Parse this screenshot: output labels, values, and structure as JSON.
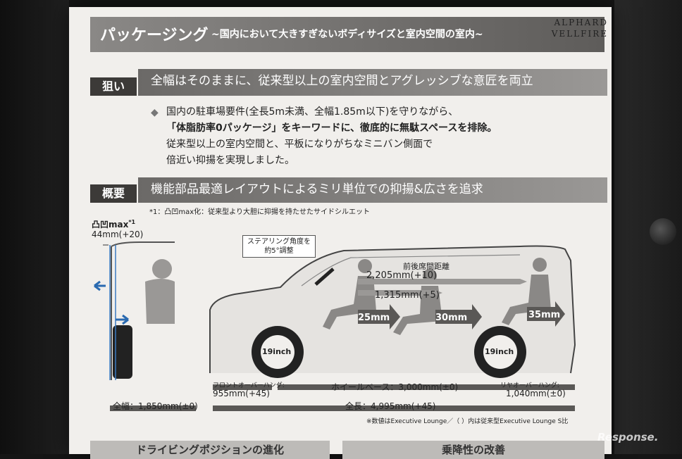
{
  "header": {
    "title": "パッケージング",
    "subtitle": "~国内において大きすぎないボディサイズと室内空間の室内~",
    "brand_line1": "ALPHARD",
    "brand_line2": "VELLFIRE"
  },
  "aim": {
    "tab": "狙い",
    "headline": "全幅はそのままに、従来型以上の室内空間とアグレッシブな意匠を両立",
    "bullet": "◆",
    "lines": [
      "国内の駐車場要件(全長5m未満、全幅1.85m以下)を守りながら、",
      "「体脂肪率0パッケージ」をキーワードに、徹底的に無駄スペースを排除。",
      "従来型以上の室内空間と、平板になりがちなミニバン側面で",
      "倍近い抑揚を実現しました。"
    ]
  },
  "overview": {
    "tab": "概要",
    "headline": "機能部品最適レイアウトによるミリ単位での抑揚&広さを追求",
    "footnote": "*1：凸凹max化：従来型より大胆に抑揚を持たせたサイドシルエット"
  },
  "diagram": {
    "bump_label": "凸凹max",
    "bump_sup": "*1",
    "bump_value": "44mm(+20)",
    "steering_note_1": "ステアリング角度を",
    "steering_note_2": "約5°調整",
    "couple_label": "前後席間距離",
    "couple_value": "2,205mm(+10)",
    "second_value": "1,315mm(+5)",
    "seat_arrows": [
      "25mm",
      "30mm",
      "35mm"
    ],
    "wheel_front": "19inch",
    "wheel_rear": "19inch",
    "front_overhang_label": "フロントオーバーハング:",
    "front_overhang_value": "955mm(+45)",
    "wheelbase": "ホイールベース：3,000mm(±0)",
    "rear_overhang_label": "リヤオーバーハング:",
    "rear_overhang_value": "1,040mm(±0)",
    "width": "全幅：1,850mm(±0)",
    "length": "全長：4,995mm(+45)",
    "note": "※数値はExecutive Lounge／（ ）内は従来型Executive Lounge S比"
  },
  "bottom": {
    "left_tab": "ドライビングポジションの進化",
    "right_tab": "乗降性の改善"
  },
  "watermark": "Response."
}
